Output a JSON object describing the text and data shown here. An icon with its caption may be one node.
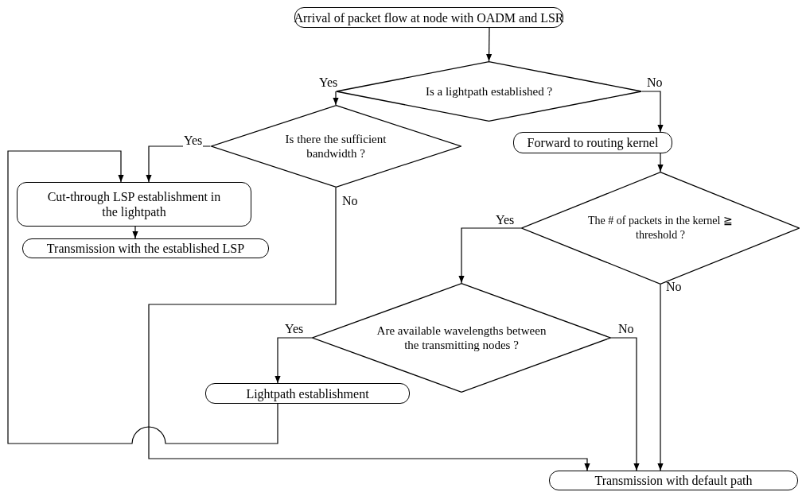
{
  "diagram": {
    "nodes": [
      {
        "text": [
          "Arrival of packet flow at node with OADM and LSR"
        ]
      },
      {
        "text": [
          "Is a lightpath established ?"
        ]
      },
      {
        "text": [
          "Forward to routing kernel"
        ]
      },
      {
        "text": [
          "Is there the sufficient bandwidth ?"
        ]
      },
      {
        "text": [
          "Cut-through LSP establishment in the lightpath"
        ]
      },
      {
        "text": [
          "Transmission with the established LSP"
        ]
      },
      {
        "text": [
          "The # of packets in the kernel ≧ threshold ?"
        ]
      },
      {
        "text": [
          "Are available wavelengths between the transmitting nodes ?"
        ]
      },
      {
        "text": [
          "Lightpath establishment"
        ]
      },
      {
        "text": [
          "Transmission with default path"
        ]
      }
    ],
    "edges": [
      {
        "from": 0,
        "to": 1,
        "arrow": "to"
      },
      {
        "from": 1,
        "to": 3,
        "arrow": "to",
        "label": "Yes"
      },
      {
        "from": 1,
        "to": 2,
        "arrow": "to",
        "label": "No"
      },
      {
        "from": 3,
        "to": 4,
        "arrow": "to",
        "label": "Yes"
      },
      {
        "from": 3,
        "to": 9,
        "arrow": "to",
        "label": "No"
      },
      {
        "from": 4,
        "to": 5,
        "arrow": "to"
      },
      {
        "from": 2,
        "to": 6,
        "arrow": "to"
      },
      {
        "from": 6,
        "to": 7,
        "arrow": "to",
        "label": "Yes"
      },
      {
        "from": 6,
        "to": 9,
        "arrow": "to",
        "label": "No"
      },
      {
        "from": 7,
        "to": 8,
        "arrow": "to",
        "label": "Yes"
      },
      {
        "from": 7,
        "to": 9,
        "arrow": "to",
        "label": "No"
      },
      {
        "from": 8,
        "to": 4,
        "arrow": "to"
      }
    ]
  }
}
